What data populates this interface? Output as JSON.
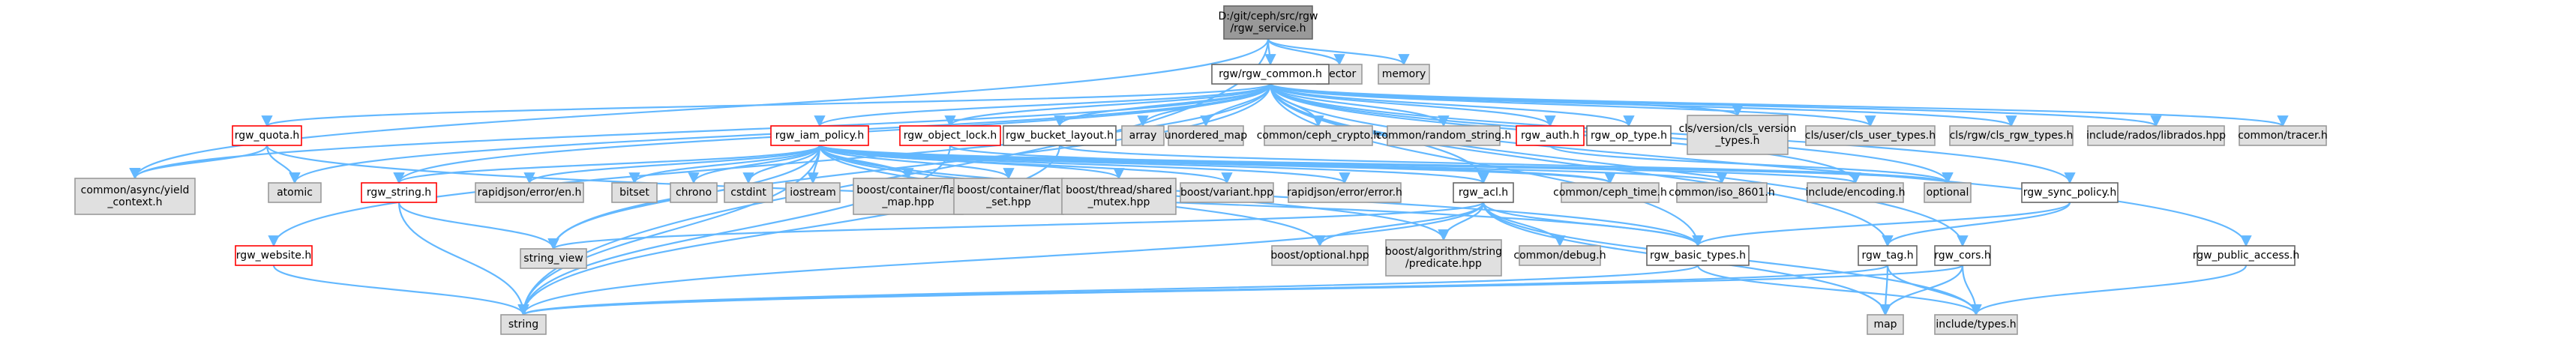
{
  "colors": {
    "edge": "#63b8ff",
    "root_fill": "#999999",
    "external_fill": "#e0e0e0",
    "incomplete_border": "#ff0000",
    "documented_border": "#666666"
  },
  "nodes": [
    {
      "id": "root",
      "kind": "root",
      "lines": [
        "D:/git/ceph/src/rgw",
        "/rgw_service.h"
      ]
    },
    {
      "id": "vector",
      "kind": "gray",
      "lines": [
        "vector"
      ]
    },
    {
      "id": "memory",
      "kind": "gray",
      "lines": [
        "memory"
      ]
    },
    {
      "id": "rgw_common",
      "kind": "doc",
      "lines": [
        "rgw/rgw_common.h"
      ]
    },
    {
      "id": "rgw_quota",
      "kind": "red",
      "lines": [
        "rgw_quota.h"
      ]
    },
    {
      "id": "yield_context",
      "kind": "gray",
      "lines": [
        "common/async/yield",
        "_context.h"
      ]
    },
    {
      "id": "atomic",
      "kind": "gray",
      "lines": [
        "atomic"
      ]
    },
    {
      "id": "rgw_iam_policy",
      "kind": "red",
      "lines": [
        "rgw_iam_policy.h"
      ]
    },
    {
      "id": "rgw_object_lock",
      "kind": "red",
      "lines": [
        "rgw_object_lock.h"
      ]
    },
    {
      "id": "rgw_bucket_layout",
      "kind": "doc",
      "lines": [
        "rgw_bucket_layout.h"
      ]
    },
    {
      "id": "array",
      "kind": "gray",
      "lines": [
        "array"
      ]
    },
    {
      "id": "unordered_map",
      "kind": "gray",
      "lines": [
        "unordered_map"
      ]
    },
    {
      "id": "ceph_crypto",
      "kind": "gray",
      "lines": [
        "common/ceph_crypto.h"
      ]
    },
    {
      "id": "random_string",
      "kind": "gray",
      "lines": [
        "common/random_string.h"
      ]
    },
    {
      "id": "rgw_auth",
      "kind": "red",
      "lines": [
        "rgw_auth.h"
      ]
    },
    {
      "id": "rgw_op_type",
      "kind": "doc",
      "lines": [
        "rgw_op_type.h"
      ]
    },
    {
      "id": "cls_version",
      "kind": "gray",
      "lines": [
        "cls/version/cls_version",
        "_types.h"
      ]
    },
    {
      "id": "cls_user",
      "kind": "gray",
      "lines": [
        "cls/user/cls_user_types.h"
      ]
    },
    {
      "id": "cls_rgw",
      "kind": "gray",
      "lines": [
        "cls/rgw/cls_rgw_types.h"
      ]
    },
    {
      "id": "librados",
      "kind": "gray",
      "lines": [
        "include/rados/librados.hpp"
      ]
    },
    {
      "id": "tracer",
      "kind": "gray",
      "lines": [
        "common/tracer.h"
      ]
    },
    {
      "id": "rgw_string",
      "kind": "red",
      "lines": [
        "rgw_string.h"
      ]
    },
    {
      "id": "rapidjson_en",
      "kind": "gray",
      "lines": [
        "rapidjson/error/en.h"
      ]
    },
    {
      "id": "bitset",
      "kind": "gray",
      "lines": [
        "bitset"
      ]
    },
    {
      "id": "chrono",
      "kind": "gray",
      "lines": [
        "chrono"
      ]
    },
    {
      "id": "cstdint",
      "kind": "gray",
      "lines": [
        "cstdint"
      ]
    },
    {
      "id": "iostream",
      "kind": "gray",
      "lines": [
        "iostream"
      ]
    },
    {
      "id": "flat_map",
      "kind": "gray",
      "lines": [
        "boost/container/flat",
        "_map.hpp"
      ]
    },
    {
      "id": "flat_set",
      "kind": "gray",
      "lines": [
        "boost/container/flat",
        "_set.hpp"
      ]
    },
    {
      "id": "shared_mutex",
      "kind": "gray",
      "lines": [
        "boost/thread/shared",
        "_mutex.hpp"
      ]
    },
    {
      "id": "variant",
      "kind": "gray",
      "lines": [
        "boost/variant.hpp"
      ]
    },
    {
      "id": "rapidjson_error",
      "kind": "gray",
      "lines": [
        "rapidjson/error/error.h"
      ]
    },
    {
      "id": "rgw_acl",
      "kind": "doc",
      "lines": [
        "rgw_acl.h"
      ]
    },
    {
      "id": "ceph_time",
      "kind": "gray",
      "lines": [
        "common/ceph_time.h"
      ]
    },
    {
      "id": "iso_8601",
      "kind": "gray",
      "lines": [
        "common/iso_8601.h"
      ]
    },
    {
      "id": "encoding",
      "kind": "gray",
      "lines": [
        "include/encoding.h"
      ]
    },
    {
      "id": "optional",
      "kind": "gray",
      "lines": [
        "optional"
      ]
    },
    {
      "id": "rgw_sync_policy",
      "kind": "doc",
      "lines": [
        "rgw_sync_policy.h"
      ]
    },
    {
      "id": "rgw_website",
      "kind": "red",
      "lines": [
        "rgw_website.h"
      ]
    },
    {
      "id": "string_view",
      "kind": "gray",
      "lines": [
        "string_view"
      ]
    },
    {
      "id": "boost_optional",
      "kind": "gray",
      "lines": [
        "boost/optional.hpp"
      ]
    },
    {
      "id": "predicate",
      "kind": "gray",
      "lines": [
        "boost/algorithm/string",
        "/predicate.hpp"
      ]
    },
    {
      "id": "debug",
      "kind": "gray",
      "lines": [
        "common/debug.h"
      ]
    },
    {
      "id": "rgw_basic_types",
      "kind": "doc",
      "lines": [
        "rgw_basic_types.h"
      ]
    },
    {
      "id": "rgw_tag",
      "kind": "doc",
      "lines": [
        "rgw_tag.h"
      ]
    },
    {
      "id": "rgw_cors",
      "kind": "doc",
      "lines": [
        "rgw_cors.h"
      ]
    },
    {
      "id": "rgw_public_access",
      "kind": "doc",
      "lines": [
        "rgw_public_access.h"
      ]
    },
    {
      "id": "string",
      "kind": "gray",
      "lines": [
        "string"
      ]
    },
    {
      "id": "map",
      "kind": "gray",
      "lines": [
        "map"
      ]
    },
    {
      "id": "types",
      "kind": "gray",
      "lines": [
        "include/types.h"
      ]
    }
  ],
  "edges": [
    [
      "root",
      "rgw_common"
    ],
    [
      "root",
      "vector"
    ],
    [
      "root",
      "memory"
    ],
    [
      "root",
      "yield_context"
    ],
    [
      "root",
      "string"
    ],
    [
      "rgw_common",
      "rgw_quota"
    ],
    [
      "rgw_common",
      "yield_context"
    ],
    [
      "rgw_common",
      "atomic"
    ],
    [
      "rgw_common",
      "rgw_iam_policy"
    ],
    [
      "rgw_common",
      "rgw_object_lock"
    ],
    [
      "rgw_common",
      "rgw_bucket_layout"
    ],
    [
      "rgw_common",
      "array"
    ],
    [
      "rgw_common",
      "unordered_map"
    ],
    [
      "rgw_common",
      "ceph_crypto"
    ],
    [
      "rgw_common",
      "random_string"
    ],
    [
      "rgw_common",
      "rgw_auth"
    ],
    [
      "rgw_common",
      "rgw_op_type"
    ],
    [
      "rgw_common",
      "cls_version"
    ],
    [
      "rgw_common",
      "cls_user"
    ],
    [
      "rgw_common",
      "cls_rgw"
    ],
    [
      "rgw_common",
      "librados"
    ],
    [
      "rgw_common",
      "tracer"
    ],
    [
      "rgw_common",
      "rgw_string"
    ],
    [
      "rgw_common",
      "rgw_website"
    ],
    [
      "rgw_common",
      "string_view"
    ],
    [
      "rgw_common",
      "rgw_sync_policy"
    ],
    [
      "rgw_common",
      "rgw_tag"
    ],
    [
      "rgw_common",
      "rgw_cors"
    ],
    [
      "rgw_common",
      "rgw_public_access"
    ],
    [
      "rgw_common",
      "rgw_basic_types"
    ],
    [
      "rgw_common",
      "rgw_acl"
    ],
    [
      "rgw_common",
      "optional"
    ],
    [
      "rgw_common",
      "encoding"
    ],
    [
      "rgw_quota",
      "yield_context"
    ],
    [
      "rgw_quota",
      "atomic"
    ],
    [
      "rgw_quota",
      "rgw_basic_types"
    ],
    [
      "rgw_iam_policy",
      "rgw_string"
    ],
    [
      "rgw_iam_policy",
      "rapidjson_en"
    ],
    [
      "rgw_iam_policy",
      "bitset"
    ],
    [
      "rgw_iam_policy",
      "chrono"
    ],
    [
      "rgw_iam_policy",
      "cstdint"
    ],
    [
      "rgw_iam_policy",
      "iostream"
    ],
    [
      "rgw_iam_policy",
      "flat_map"
    ],
    [
      "rgw_iam_policy",
      "flat_set"
    ],
    [
      "rgw_iam_policy",
      "shared_mutex"
    ],
    [
      "rgw_iam_policy",
      "variant"
    ],
    [
      "rgw_iam_policy",
      "rapidjson_error"
    ],
    [
      "rgw_iam_policy",
      "rgw_acl"
    ],
    [
      "rgw_iam_policy",
      "ceph_time"
    ],
    [
      "rgw_iam_policy",
      "iso_8601"
    ],
    [
      "rgw_iam_policy",
      "encoding"
    ],
    [
      "rgw_iam_policy",
      "optional"
    ],
    [
      "rgw_iam_policy",
      "string_view"
    ],
    [
      "rgw_iam_policy",
      "boost_optional"
    ],
    [
      "rgw_iam_policy",
      "predicate"
    ],
    [
      "rgw_iam_policy",
      "rgw_basic_types"
    ],
    [
      "rgw_iam_policy",
      "string"
    ],
    [
      "rgw_object_lock",
      "ceph_time"
    ],
    [
      "rgw_object_lock",
      "string"
    ],
    [
      "rgw_bucket_layout",
      "optional"
    ],
    [
      "rgw_bucket_layout",
      "string"
    ],
    [
      "rgw_auth",
      "optional"
    ],
    [
      "rgw_string",
      "string_view"
    ],
    [
      "rgw_string",
      "string"
    ],
    [
      "rgw_acl",
      "string_view"
    ],
    [
      "rgw_acl",
      "boost_optional"
    ],
    [
      "rgw_acl",
      "predicate"
    ],
    [
      "rgw_acl",
      "debug"
    ],
    [
      "rgw_acl",
      "rgw_basic_types"
    ],
    [
      "rgw_acl",
      "string"
    ],
    [
      "rgw_acl",
      "map"
    ],
    [
      "rgw_acl",
      "types"
    ],
    [
      "rgw_sync_policy",
      "rgw_basic_types"
    ],
    [
      "rgw_sync_policy",
      "rgw_tag"
    ],
    [
      "rgw_website",
      "string"
    ],
    [
      "rgw_basic_types",
      "string"
    ],
    [
      "rgw_basic_types",
      "types"
    ],
    [
      "rgw_tag",
      "string"
    ],
    [
      "rgw_tag",
      "map"
    ],
    [
      "rgw_tag",
      "types"
    ],
    [
      "rgw_cors",
      "string"
    ],
    [
      "rgw_cors",
      "map"
    ],
    [
      "rgw_cors",
      "types"
    ],
    [
      "rgw_public_access",
      "types"
    ]
  ]
}
